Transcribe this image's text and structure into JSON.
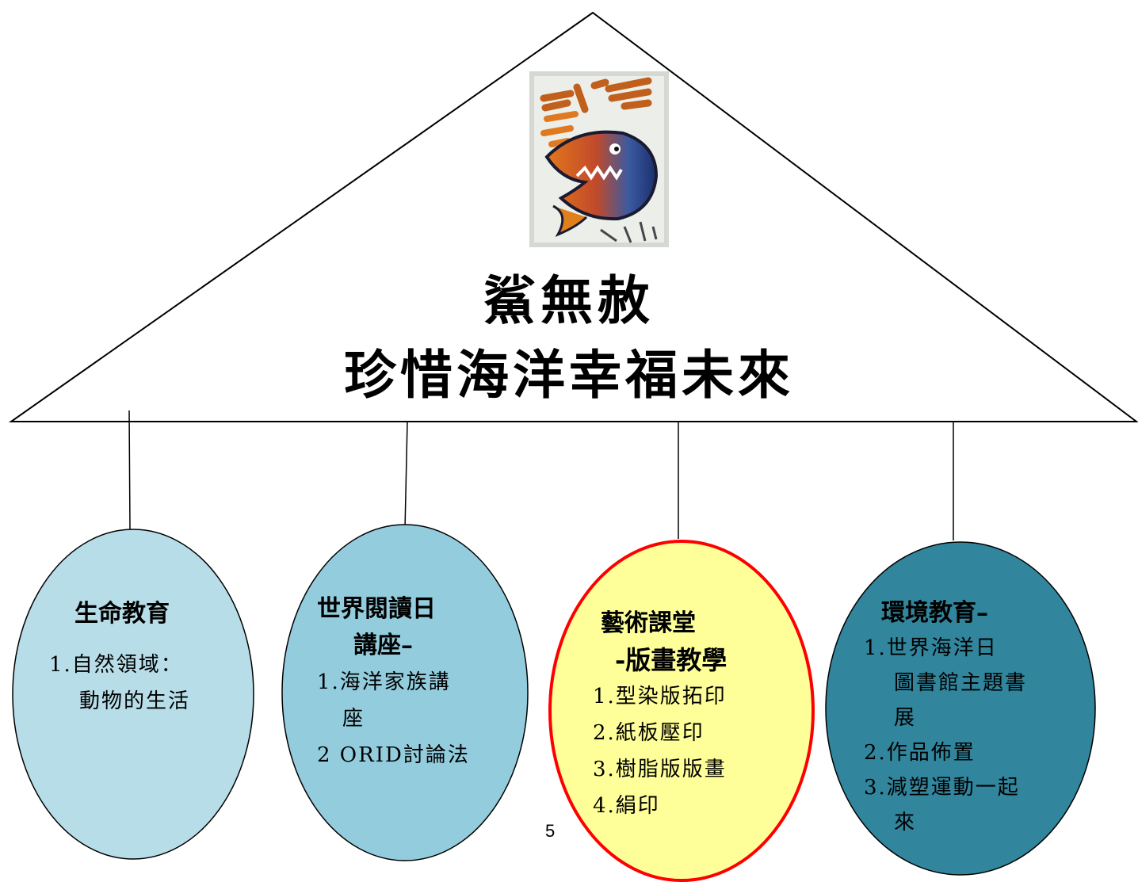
{
  "title": "鯊無赦",
  "subtitle": "珍惜海洋幸福未來",
  "branches": [
    {
      "heading": "生命教育",
      "items": [
        "1.自然領域：",
        "動物的生活"
      ],
      "fill": "#b7dde8",
      "stroke": "#000000"
    },
    {
      "heading_lines": [
        "世界閱讀日",
        "講座–"
      ],
      "items": [
        "1.海洋家族講",
        "座",
        "2 ORID討論法"
      ],
      "fill": "#93cddd",
      "stroke": "#000000"
    },
    {
      "heading_lines": [
        "藝術課堂",
        "-版畫教學"
      ],
      "items": [
        "1.型染版拓印",
        "2.紙板壓印",
        "3.樹脂版版畫",
        "4.絹印"
      ],
      "fill": "#ffff99",
      "stroke": "#ff0000"
    },
    {
      "heading": "環境教育–",
      "items": [
        "1.世界海洋日",
        "圖書館主題書",
        "展",
        "2.作品佈置",
        "3.減塑運動一起",
        "來"
      ],
      "fill": "#31859c",
      "stroke": "#000000"
    }
  ],
  "page_number": "5"
}
